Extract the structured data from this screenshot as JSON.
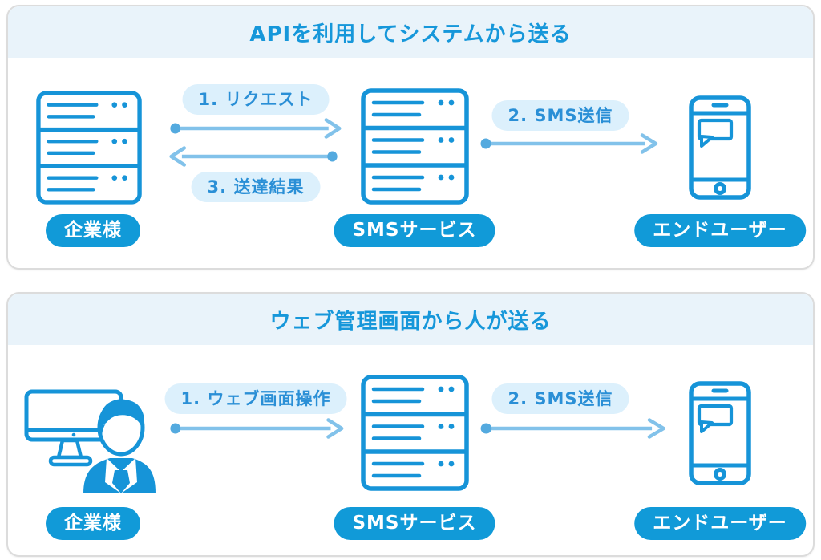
{
  "panels": [
    {
      "title": "APIを利用してシステムから送る",
      "nodes": [
        {
          "label": "企業様",
          "icon": "server-icon"
        },
        {
          "label": "SMSサービス",
          "icon": "server-icon"
        },
        {
          "label": "エンドユーザー",
          "icon": "smartphone-message-icon"
        }
      ],
      "arrows": [
        {
          "label": "1. リクエスト",
          "from": "企業様",
          "to": "SMSサービス",
          "direction": "right"
        },
        {
          "label": "3. 送達結果",
          "from": "SMSサービス",
          "to": "企業様",
          "direction": "left"
        },
        {
          "label": "2. SMS送信",
          "from": "SMSサービス",
          "to": "エンドユーザー",
          "direction": "right"
        }
      ]
    },
    {
      "title": "ウェブ管理画面から人が送る",
      "nodes": [
        {
          "label": "企業様",
          "icon": "person-at-computer-icon"
        },
        {
          "label": "SMSサービス",
          "icon": "server-icon"
        },
        {
          "label": "エンドユーザー",
          "icon": "smartphone-message-icon"
        }
      ],
      "arrows": [
        {
          "label": "1. ウェブ画面操作",
          "from": "企業様",
          "to": "SMSサービス",
          "direction": "right"
        },
        {
          "label": "2. SMS送信",
          "from": "SMSサービス",
          "to": "エンドユーザー",
          "direction": "right"
        }
      ]
    }
  ],
  "colors": {
    "primary_blue": "#119ad8",
    "icon_stroke_blue": "#1694d8",
    "title_text": "#1697da",
    "header_band_bg": "#e9f3fa",
    "step_pill_bg": "#dcf0fc",
    "step_pill_text": "#2a8fd6",
    "arrow_line": "#82c2ea",
    "arrow_dot": "#54aadf",
    "panel_border": "#dcdcdc"
  }
}
